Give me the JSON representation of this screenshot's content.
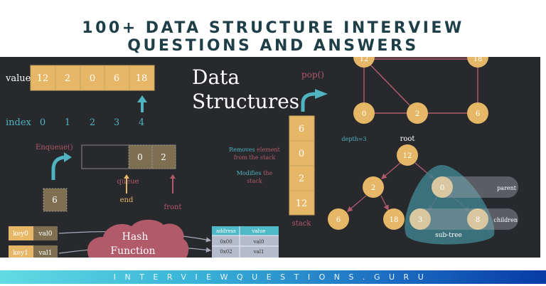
{
  "header": {
    "title_line1": "100+ DATA STRUCTURE INTERVIEW",
    "title_line2": "QUESTIONS AND ANSWERS"
  },
  "illustration": {
    "heading_line1": "Data",
    "heading_line2": "Structures",
    "array": {
      "value_label": "value",
      "values": [
        "12",
        "2",
        "0",
        "6",
        "18"
      ],
      "index_label": "index",
      "indices": [
        "0",
        "1",
        "2",
        "3",
        "4"
      ]
    },
    "queue": {
      "operation": "Enqueue()",
      "incoming": "6",
      "cells": [
        "0",
        "2"
      ],
      "label": "queue",
      "end_label": "end",
      "front_label": "front"
    },
    "stack": {
      "operation": "pop()",
      "cells": [
        "6",
        "0",
        "2",
        "12"
      ],
      "label": "stack",
      "note1_a": "Removes",
      "note1_b": "element",
      "note1_c": "from the stack",
      "note2_a": "Modifies",
      "note2_b": "the",
      "note2_c": "stack"
    },
    "graph": {
      "nodes": [
        "12",
        "18",
        "0",
        "2",
        "6"
      ]
    },
    "tree": {
      "depth_label": "depth=3",
      "root_label": "root",
      "nodes": [
        "12",
        "2",
        "0",
        "6",
        "18",
        "3",
        "8"
      ],
      "parent_label": "parent",
      "children_label": "children",
      "subtree_label": "sub-tree"
    },
    "hash": {
      "pairs": [
        {
          "key": "key0",
          "val": "val0"
        },
        {
          "key": "key1",
          "val": "val1"
        }
      ],
      "function_line1": "Hash",
      "function_line2": "Function",
      "table_headers": [
        "address",
        "value"
      ],
      "table_rows": [
        [
          "0x00",
          "val0"
        ],
        [
          "0x02",
          "val1"
        ]
      ]
    }
  },
  "footer": {
    "site": "INTERVIEWQUESTIONS.GURU"
  },
  "colors": {
    "panel": "#27292d",
    "gold": "#e5b767",
    "olive": "#7d6f4f",
    "teal": "#4fb3c0",
    "rose": "#b05a6a",
    "banner_start": "#62dbe3",
    "banner_end": "#073ba6"
  }
}
